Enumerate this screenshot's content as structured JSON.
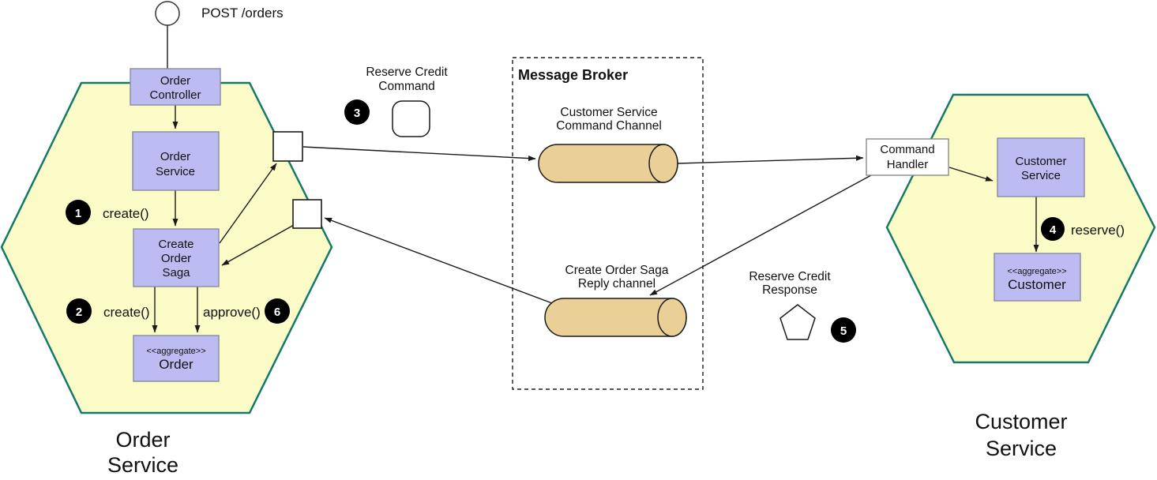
{
  "entry": {
    "label": "POST /orders"
  },
  "order_service_hexagon": {
    "title": [
      "Order",
      "Service"
    ],
    "order_controller": [
      "Order",
      "Controller"
    ],
    "order_service": [
      "Order",
      "Service"
    ],
    "create_order_saga": [
      "Create",
      "Order",
      "Saga"
    ],
    "order_aggregate": {
      "stereotype": "<<aggregate>>",
      "name": "Order"
    },
    "step1": {
      "num": "1",
      "label": "create()"
    },
    "step2": {
      "num": "2",
      "label": "create()"
    },
    "step6": {
      "num": "6",
      "label": "approve()"
    }
  },
  "message_broker": {
    "title": "Message Broker",
    "command_channel": [
      "Customer Service",
      "Command Channel"
    ],
    "reply_channel": [
      "Create Order Saga",
      "Reply channel"
    ]
  },
  "reserve_credit_command": {
    "num": "3",
    "label": [
      "Reserve Credit",
      "Command"
    ]
  },
  "reserve_credit_response": {
    "num": "5",
    "label": [
      "Reserve Credit",
      "Response"
    ]
  },
  "customer_service_hexagon": {
    "title": [
      "Customer",
      "Service"
    ],
    "command_handler": [
      "Command",
      "Handler"
    ],
    "customer_service": [
      "Customer",
      "Service"
    ],
    "customer_aggregate": {
      "stereotype": "<<aggregate>>",
      "name": "Customer"
    },
    "step4": {
      "num": "4",
      "label": "reserve()"
    }
  },
  "colors": {
    "hexagon_fill": "#fbfbc8",
    "hexagon_border": "#14796a",
    "component_fill": "#bcbcf2",
    "channel_fill": "#ead096",
    "badge_fill": "#000000",
    "badge_text": "#ffffff"
  }
}
